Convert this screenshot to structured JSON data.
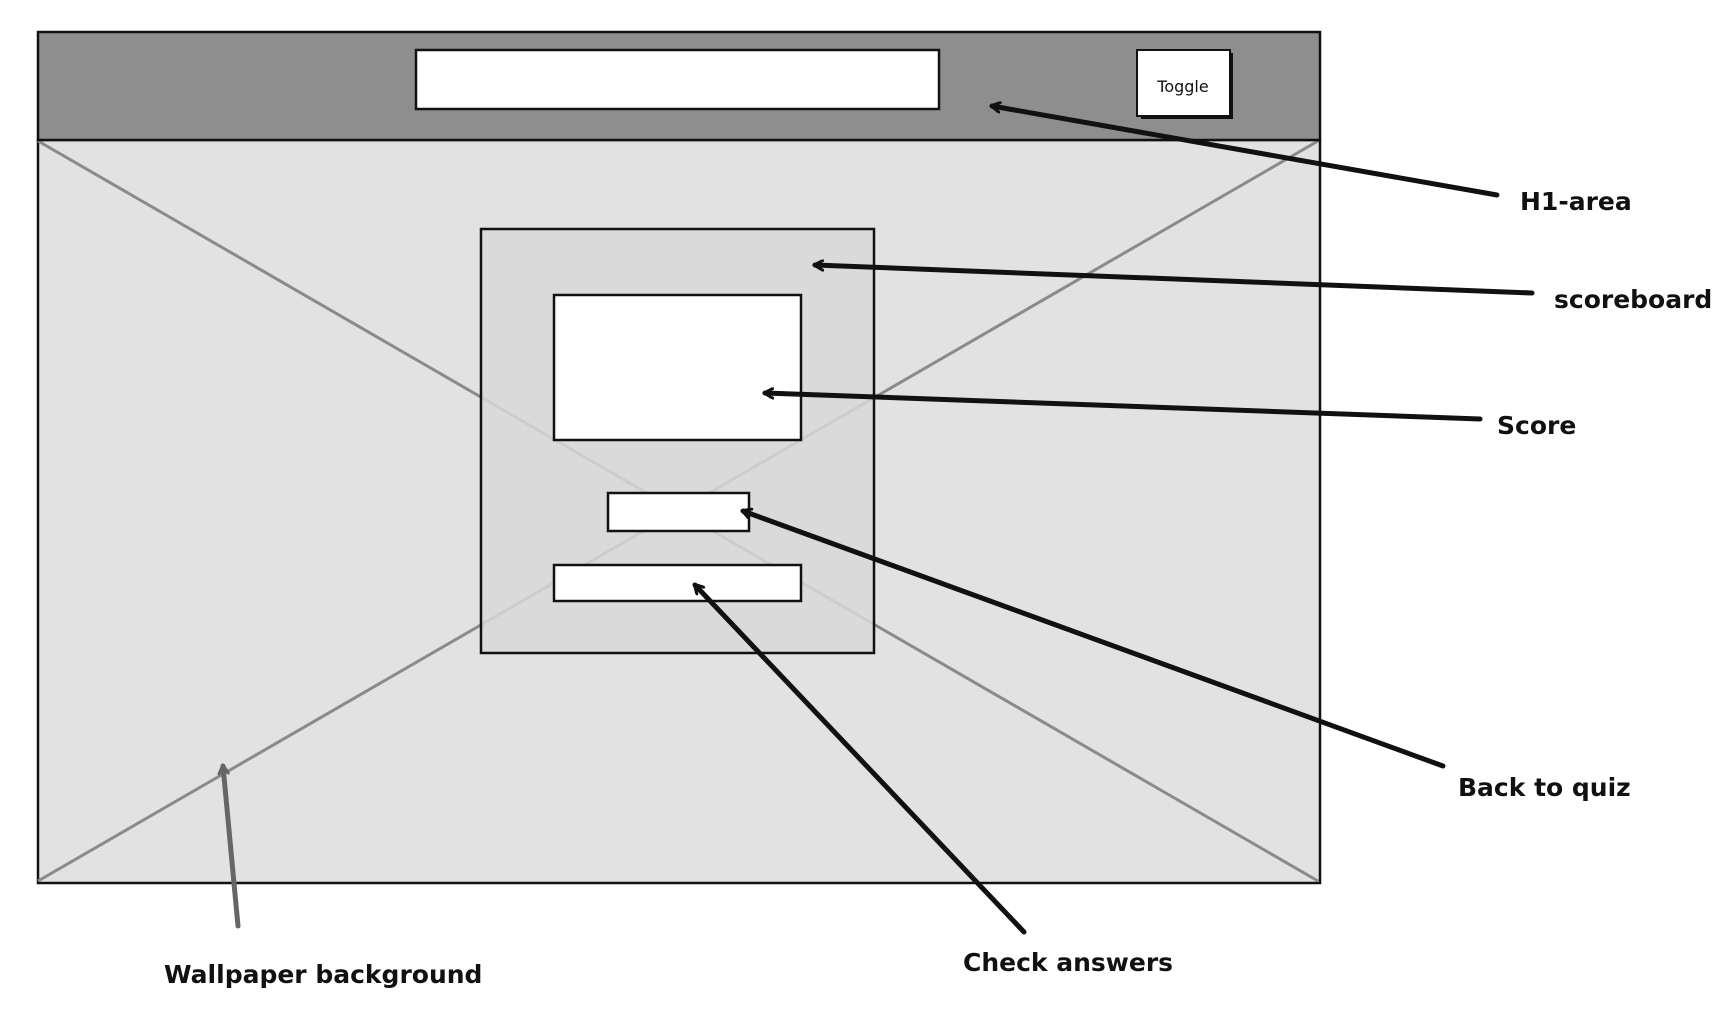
{
  "wireframe": {
    "toggle_label": "Toggle"
  },
  "annotations": {
    "h1_area": "H1-area",
    "scoreboard": "scoreboard",
    "score": "Score",
    "back_to_quiz": "Back to quiz",
    "check_answers": "Check answers",
    "wallpaper_background": "Wallpaper background"
  },
  "colors": {
    "header_fill": "#8e8e8e",
    "wallpaper_fill": "#e2e2e2",
    "scoreboard_fill": "#d8d8d8",
    "box_fill": "#ffffff",
    "stroke": "#111111",
    "cross_line": "#8a8a8a"
  }
}
